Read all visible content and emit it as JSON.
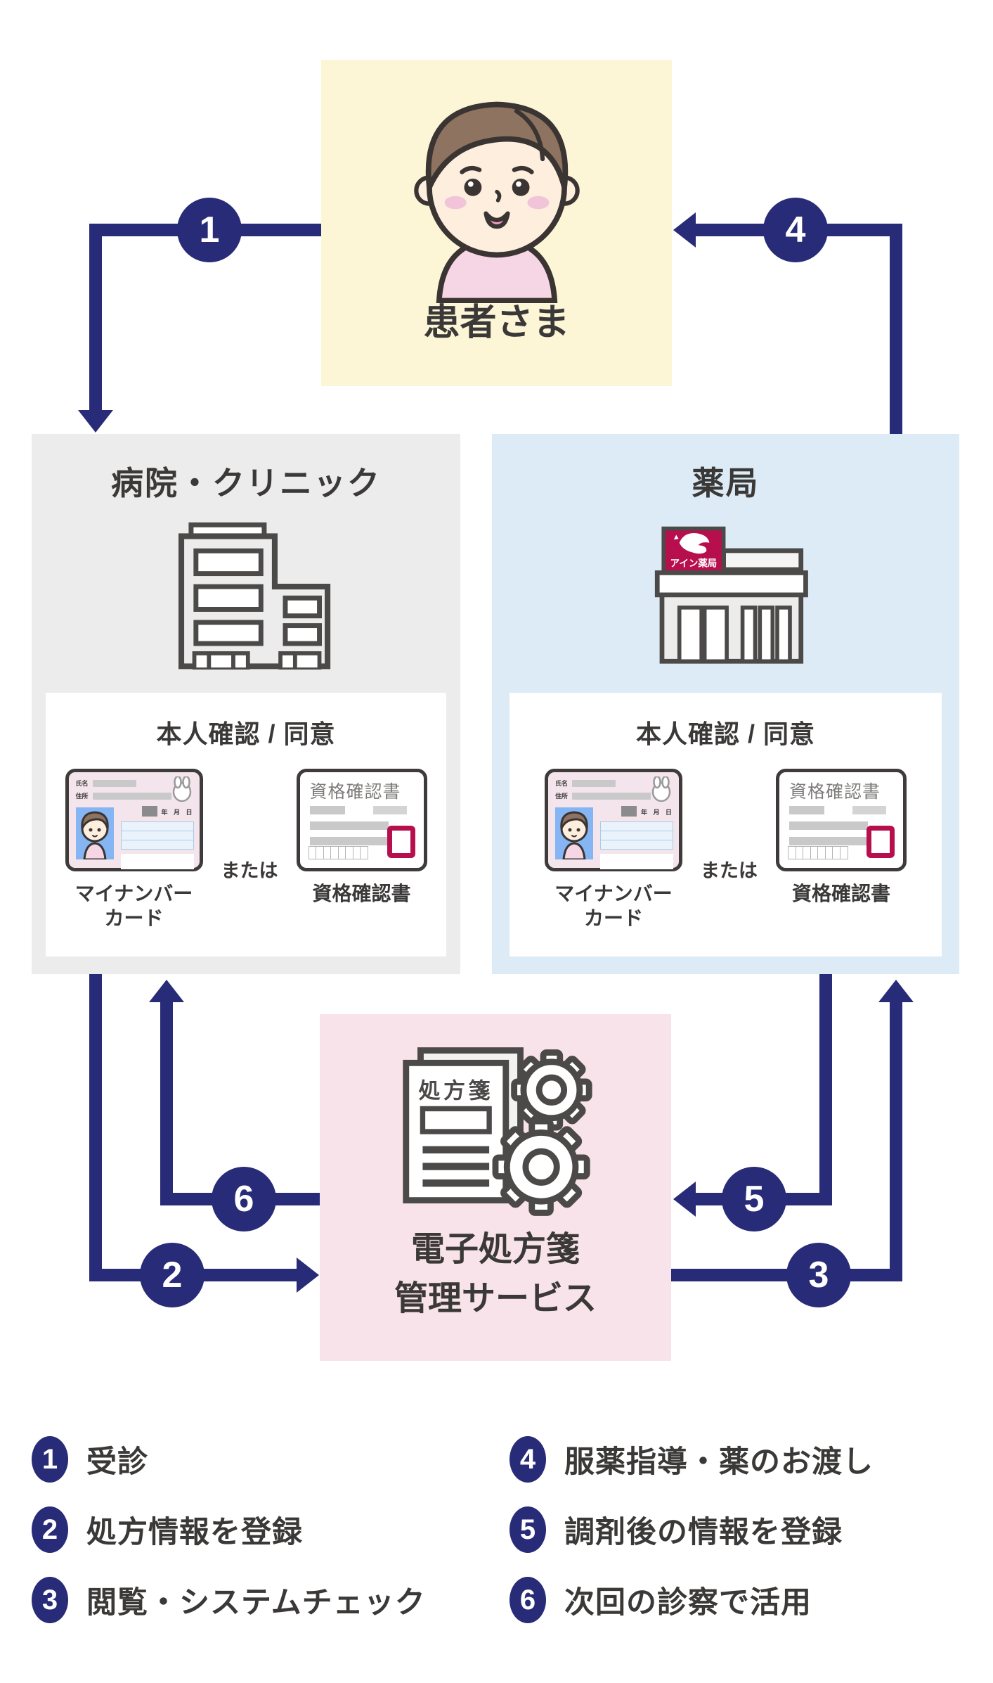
{
  "colors": {
    "arrow_navy": "#282b77",
    "crimson": "#b70f4e",
    "patient_bg": "#fcf6d6",
    "hospital_bg": "#ececec",
    "pharmacy_bg": "#dcebf5",
    "service_bg": "#f9e3eb",
    "text_dark": "#3b3938"
  },
  "patient": {
    "label": "患者さま"
  },
  "hospital": {
    "title": "病院・クリニック"
  },
  "pharmacy": {
    "title": "薬局",
    "sign_text": "アイン薬局"
  },
  "service": {
    "title_line1": "電子処方箋",
    "title_line2": "管理サービス",
    "document_label": "処方箋"
  },
  "verify": {
    "title": "本人確認 / 同意",
    "or_label": "または",
    "name_label": "氏名",
    "address_label": "住所",
    "date_label": "年 月 日",
    "mynumber_label_line1": "マイナンバー",
    "mynumber_label_line2": "カード",
    "certificate_card_title": "資格確認書",
    "certificate_label": "資格確認書"
  },
  "legend": {
    "items": [
      {
        "num": "1",
        "label": "受診"
      },
      {
        "num": "2",
        "label": "処方情報を登録"
      },
      {
        "num": "3",
        "label": "閲覧・システムチェック"
      },
      {
        "num": "4",
        "label": "服薬指導・薬のお渡し"
      },
      {
        "num": "5",
        "label": "調剤後の情報を登録"
      },
      {
        "num": "6",
        "label": "次回の診察で活用"
      }
    ]
  }
}
